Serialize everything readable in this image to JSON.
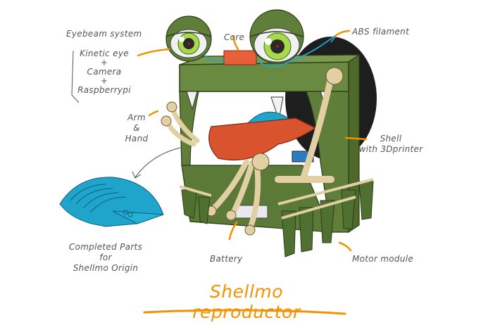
{
  "title": "Shellmo reproductor",
  "colors": {
    "accent": "#f39200",
    "shell_green": "#5f7e3a",
    "shell_green_dark": "#3f5a24",
    "beige": "#e2cfa4",
    "tongue": "#d9542e",
    "cyan": "#1fa5cc",
    "text": "#555555"
  },
  "labels": {
    "eyebeam": {
      "heading": "Eyebeam system",
      "lines": [
        "Kinetic eye",
        "+",
        "Camera",
        "+",
        "Raspberrypi"
      ]
    },
    "core": "Core",
    "abs": "ABS filament",
    "arm": [
      "Arm",
      "&",
      "Hand"
    ],
    "shell": [
      "Shell",
      "with 3Dprinter"
    ],
    "completed": [
      "Completed Parts",
      "for",
      "Shellmo Origin"
    ],
    "battery": "Battery",
    "motor": "Motor module"
  }
}
